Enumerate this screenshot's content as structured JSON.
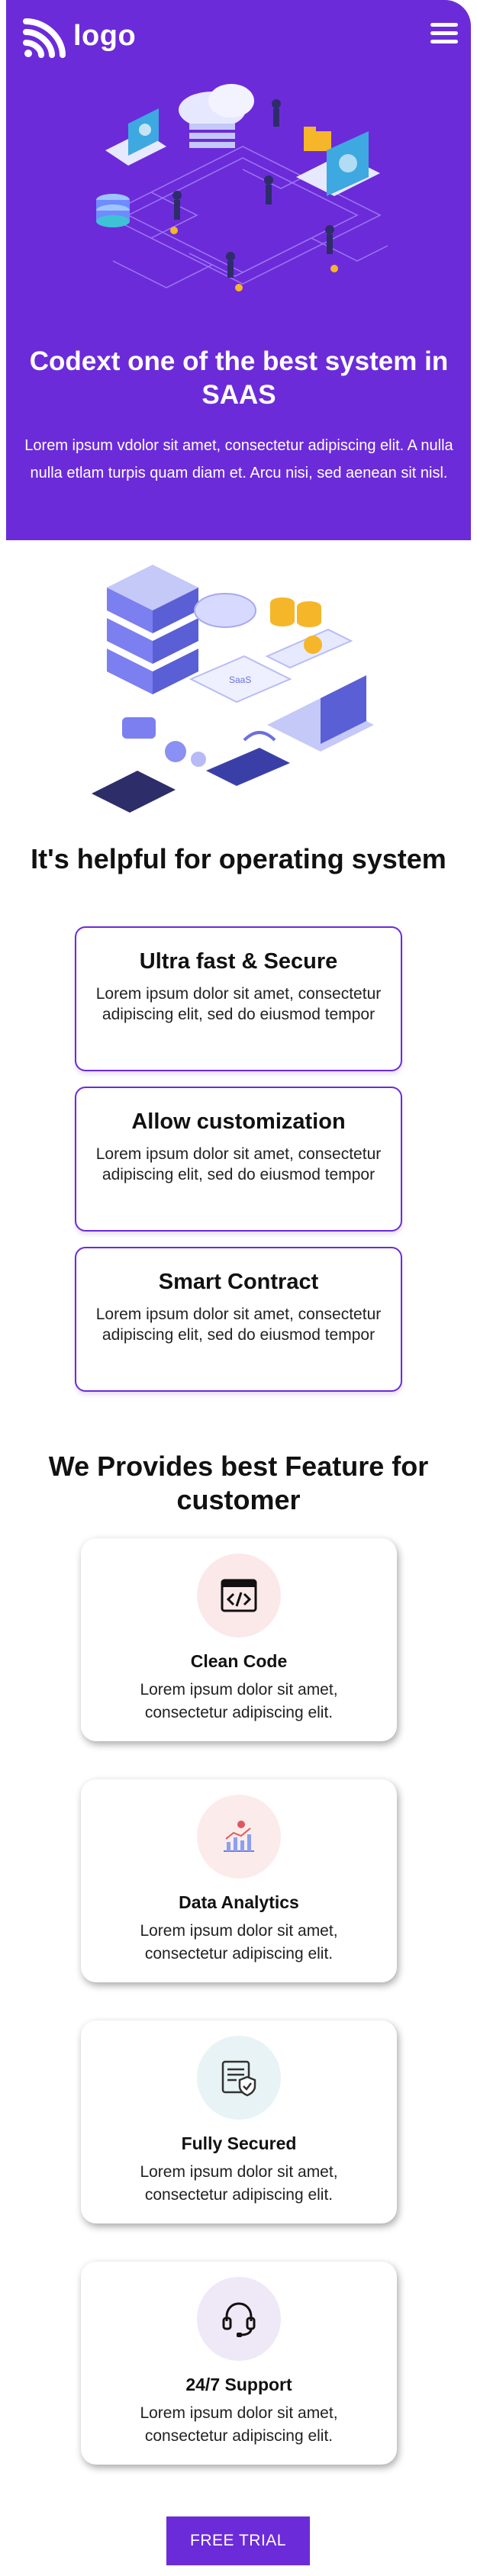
{
  "header": {
    "logo_text": "logo",
    "logo_icon": "wifi-signal-icon",
    "menu_icon": "hamburger-menu-icon"
  },
  "hero": {
    "title": "Codext one of the best system in SAAS",
    "text": "Lorem ipsum vdolor sit amet, consectetur adipiscing elit. A nulla nulla etlam turpis quam diam et. Arcu nisi, sed aenean sit nisl."
  },
  "helpful": {
    "title": "It's helpful for operating system",
    "cards": [
      {
        "title": "Ultra fast & Secure",
        "text": "Lorem ipsum dolor sit amet, consectetur adipiscing elit, sed do eiusmod tempor"
      },
      {
        "title": "Allow customization",
        "text": "Lorem ipsum dolor sit amet, consectetur adipiscing elit, sed do eiusmod tempor"
      },
      {
        "title": "Smart Contract",
        "text": "Lorem ipsum dolor sit amet, consectetur adipiscing elit, sed do eiusmod tempor"
      }
    ]
  },
  "features": {
    "title": "We Provides best Feature for customer",
    "items": [
      {
        "title": "Clean Code",
        "text": "Lorem ipsum dolor sit amet, consectetur adipiscing elit.",
        "icon": "code-window-icon"
      },
      {
        "title": "Data Analytics",
        "text": "Lorem ipsum dolor sit amet, consectetur adipiscing elit.",
        "icon": "analytics-chart-icon"
      },
      {
        "title": "Fully Secured",
        "text": "Lorem ipsum dolor sit amet, consectetur adipiscing elit.",
        "icon": "secure-shield-icon"
      },
      {
        "title": "24/7 Support",
        "text": "Lorem ipsum dolor sit amet, consectetur adipiscing elit.",
        "icon": "headset-icon"
      }
    ]
  },
  "cta": {
    "label": "FREE TRIAL"
  },
  "colors": {
    "brand": "#6c2bd9",
    "accent_yellow": "#f5b629",
    "accent_teal": "#3bc3d6"
  }
}
